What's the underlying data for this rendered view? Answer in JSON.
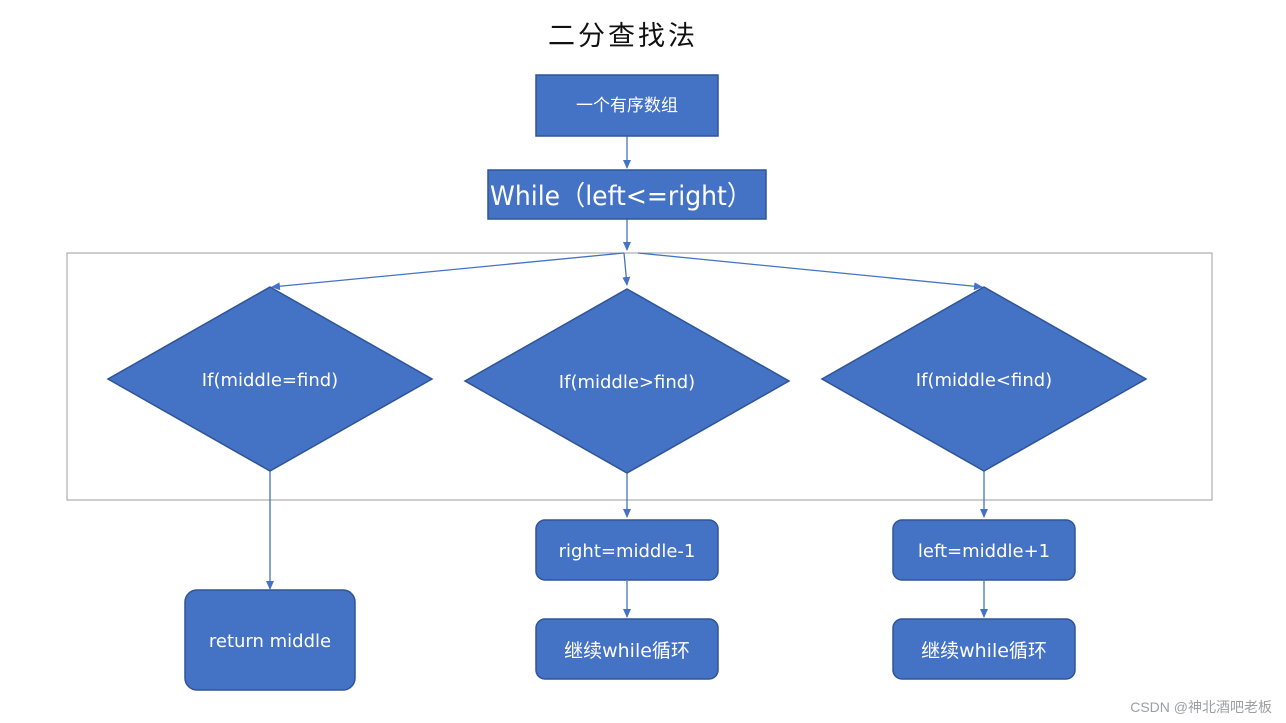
{
  "title": "二分查找法",
  "colors": {
    "node_fill": "#4472C4",
    "node_stroke": "#2F5597",
    "arrow": "#4472C4",
    "frame": "#9E9E9E",
    "text": "#FFFFFF"
  },
  "nodes": {
    "start": "一个有序数组",
    "loop": "While（left<=right）",
    "cond_equal": "If(middle=find)",
    "cond_greater": "If(middle>find)",
    "cond_less": "If(middle<find)",
    "return_middle": "return middle",
    "set_right": "right=middle-1",
    "set_left": "left=middle+1",
    "continue_1": "继续while循环",
    "continue_2": "继续while循环"
  },
  "watermark": "CSDN @神北酒吧老板"
}
